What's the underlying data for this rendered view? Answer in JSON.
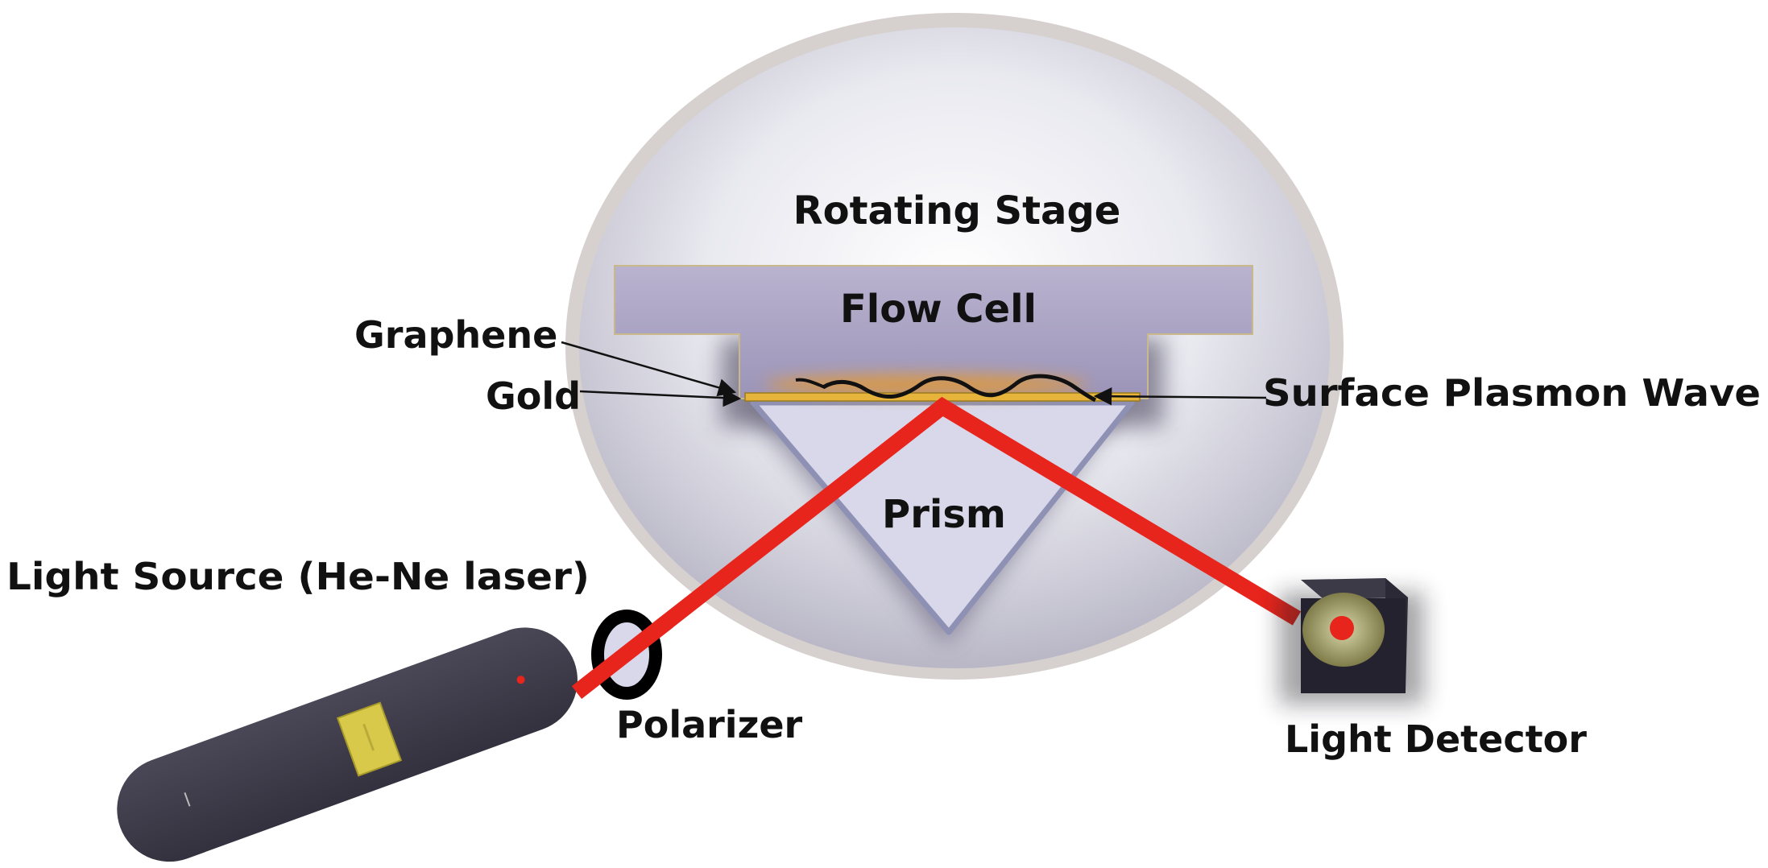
{
  "labels": {
    "rotating_stage": "Rotating Stage",
    "flow_cell": "Flow Cell",
    "graphene": "Graphene",
    "gold": "Gold",
    "surface_plasmon_wave": "Surface Plasmon Wave",
    "prism": "Prism",
    "light_source": "Light Source (He-Ne laser)",
    "polarizer": "Polarizer",
    "light_detector": "Light Detector"
  },
  "colors": {
    "laser_beam": "#e8251c",
    "laser_body": "#3e3b4a",
    "gold_layer": "#e6b43a",
    "stage_rim": "#d8d2d0",
    "prism_fill": "#d8d8ea",
    "flow_cell_fill": "#aaa2c4",
    "detector_face": "#8d8a55"
  }
}
